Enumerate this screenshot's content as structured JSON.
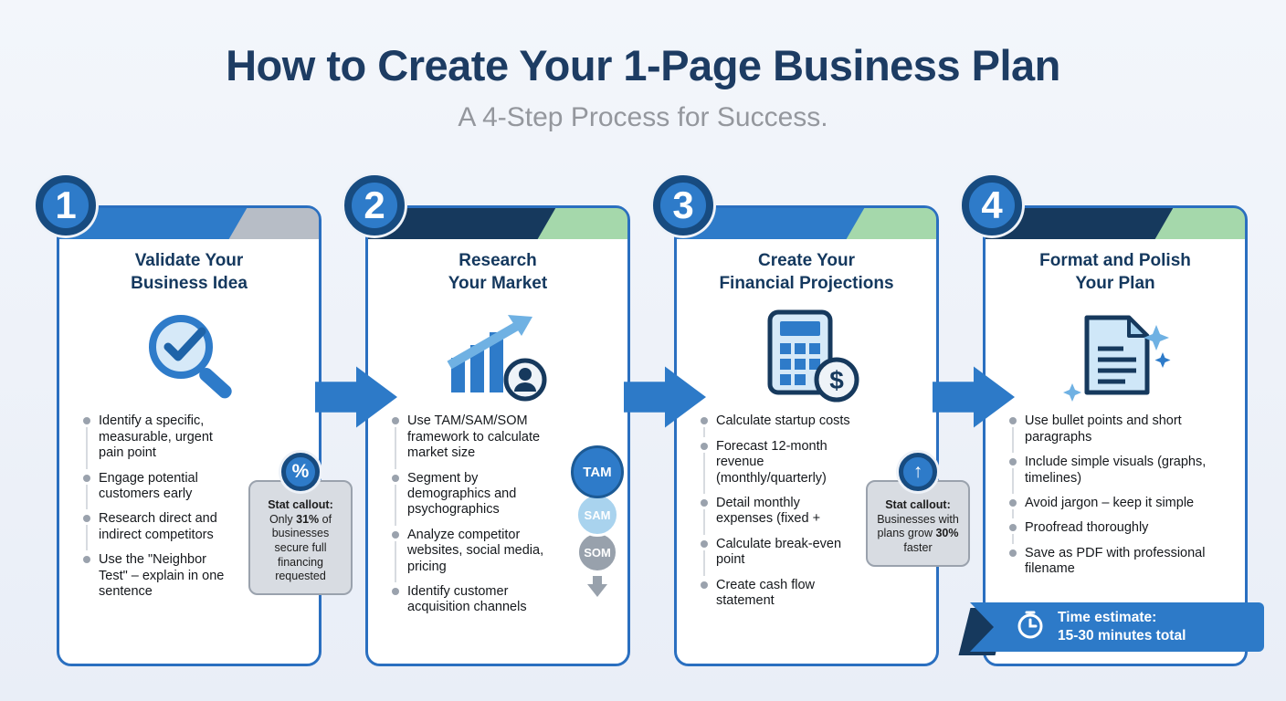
{
  "colors": {
    "primary_blue": "#2e7bc9",
    "dark_navy": "#16395d",
    "green_accent": "#a5d8ab",
    "gray_accent": "#b7bdc6",
    "callout_bg": "#d8dce2",
    "page_bg": "#eef2f9"
  },
  "header": {
    "title": "How to Create Your 1-Page Business Plan",
    "subtitle": "A 4-Step Process for Success."
  },
  "steps": [
    {
      "number": "1",
      "title_line1": "Validate Your",
      "title_line2": "Business Idea",
      "icon": "magnifier-check",
      "bullets": [
        "Identify a specific, measurable, urgent pain point",
        "Engage potential customers early",
        "Research direct and indirect competitors",
        "Use the \"Neighbor Test\" – explain in one sentence"
      ],
      "callout": {
        "glyph": "%",
        "heading": "Stat callout:",
        "body_pre": "Only ",
        "body_strong": "31%",
        "body_post": " of businesses secure full financing requested"
      }
    },
    {
      "number": "2",
      "title_line1": "Research",
      "title_line2": "Your Market",
      "icon": "growth-chart",
      "bullets": [
        "Use TAM/SAM/SOM framework to calculate market size",
        "Segment by demographics and psychographics",
        "Analyze competitor websites, social media, pricing",
        "Identify customer acquisition channels"
      ],
      "funnel_labels": [
        "TAM",
        "SAM",
        "SOM"
      ]
    },
    {
      "number": "3",
      "title_line1": "Create Your",
      "title_line2": "Financial Projections",
      "icon": "calculator-dollar",
      "icon_glyph": "$",
      "bullets": [
        "Calculate startup costs",
        "Forecast 12-month revenue (monthly/quarterly)",
        "Detail monthly expenses (fixed +",
        "Calculate break-even point",
        "Create cash flow statement"
      ],
      "callout": {
        "glyph": "↑",
        "heading": "Stat callout:",
        "body_pre": "Businesses with plans grow ",
        "body_strong": "30%",
        "body_post": " faster"
      }
    },
    {
      "number": "4",
      "title_line1": "Format and Polish",
      "title_line2": "Your Plan",
      "icon": "document-sparkle",
      "bullets": [
        "Use bullet points and short paragraphs",
        "Include simple visuals (graphs, timelines)",
        "Avoid jargon – keep it simple",
        "Proofread thoroughly",
        "Save as PDF with professional filename"
      ]
    }
  ],
  "banner": {
    "heading": "Time estimate:",
    "text": "15-30 minutes total"
  }
}
